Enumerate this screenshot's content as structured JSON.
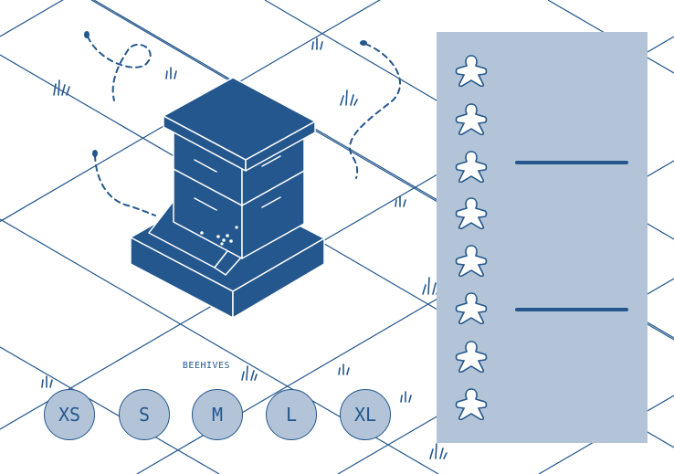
{
  "board": {
    "colors": {
      "ink": "#24578d",
      "panel": "#b3c4d8",
      "token_fill": "#b3c4d8",
      "background": "#ffffff"
    }
  },
  "hive": {
    "icon": "beehive-illustration"
  },
  "track": {
    "icon": "meeple-icon",
    "meeple_count": 8,
    "dividers_after_rows": [
      2,
      5
    ]
  },
  "size_selector": {
    "label": "BEEHIVES",
    "sizes": [
      "XS",
      "S",
      "M",
      "L",
      "XL"
    ]
  }
}
